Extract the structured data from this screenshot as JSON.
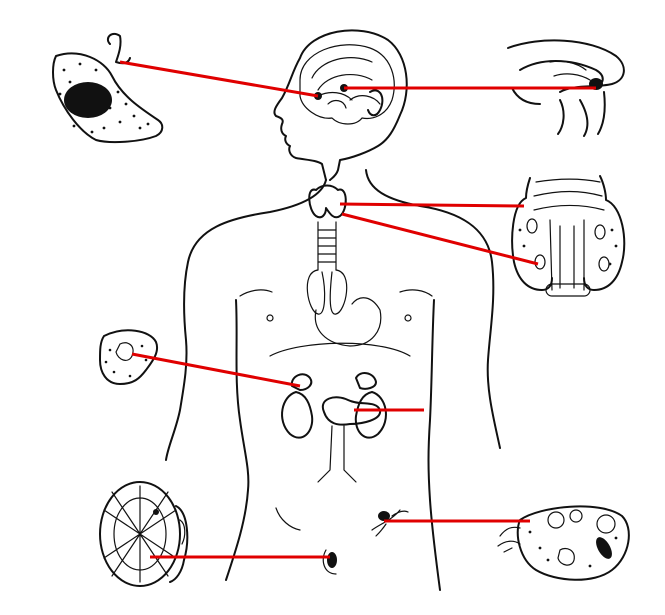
{
  "diagram": {
    "colors": {
      "ink": "#111111",
      "leader": "#e00000",
      "background": "#ffffff"
    },
    "organs": [
      {
        "name": "pituitary",
        "icon": "pituitary-gland-icon"
      },
      {
        "name": "pineal",
        "icon": "pineal-gland-icon"
      },
      {
        "name": "thyroid",
        "icon": "thyroid-gland-icon"
      },
      {
        "name": "parathyroid",
        "icon": "parathyroid-gland-icon"
      },
      {
        "name": "adrenal",
        "icon": "adrenal-gland-icon"
      },
      {
        "name": "pancreas",
        "icon": "pancreas-icon"
      },
      {
        "name": "testis",
        "icon": "testis-icon"
      },
      {
        "name": "ovary",
        "icon": "ovary-icon"
      }
    ]
  }
}
